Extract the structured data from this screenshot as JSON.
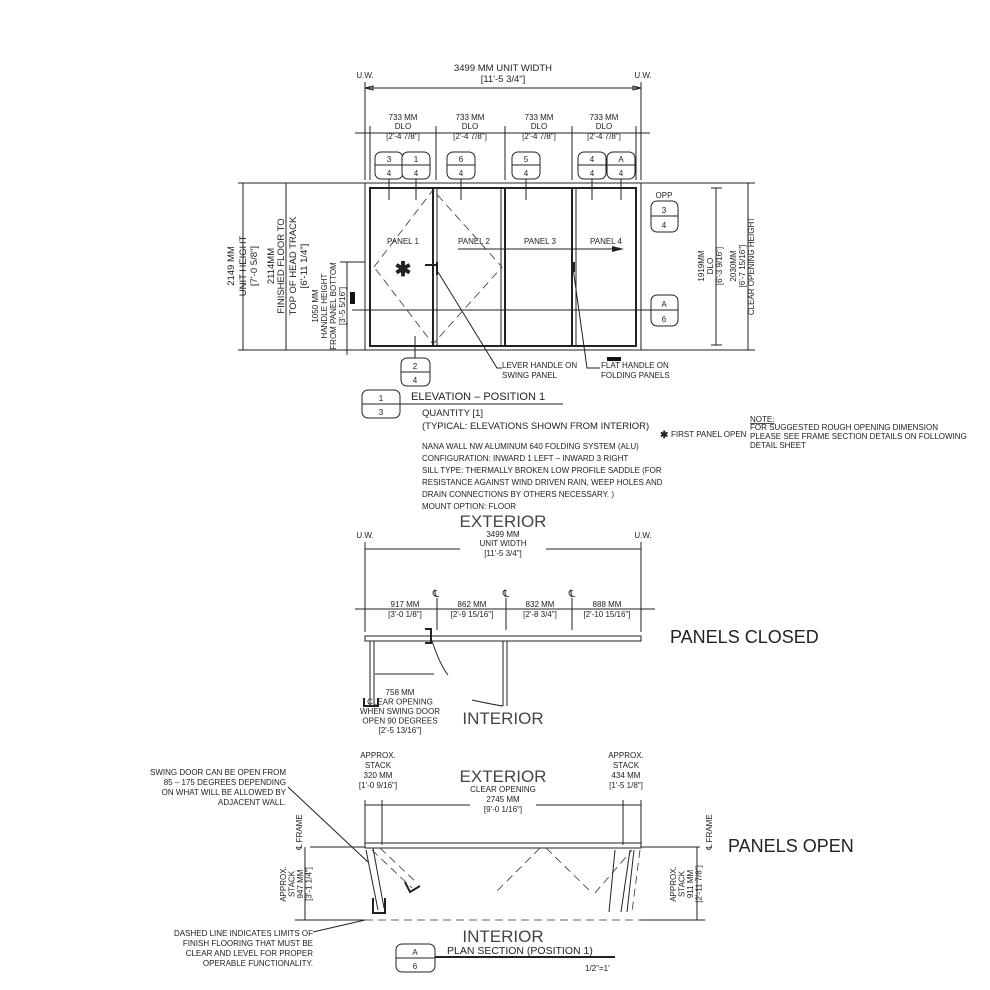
{
  "elevation": {
    "unit_width_mm": "3499 MM UNIT WIDTH",
    "unit_width_ft": "[11'-5 3/4\"]",
    "uw": "U.W.",
    "dlo": [
      {
        "mm": "733 MM",
        "lbl": "DLO",
        "ft": "[2'-4 7/8\"]"
      },
      {
        "mm": "733 MM",
        "lbl": "DLO",
        "ft": "[2'-4 7/8\"]"
      },
      {
        "mm": "733 MM",
        "lbl": "DLO",
        "ft": "[2'-4 7/8\"]"
      },
      {
        "mm": "733 MM",
        "lbl": "DLO",
        "ft": "[2'-4 7/8\"]"
      }
    ],
    "tags_top": [
      [
        "3",
        "4"
      ],
      [
        "1",
        "4"
      ],
      [
        "6",
        "4"
      ],
      [
        "5",
        "4"
      ],
      [
        "4",
        "4"
      ],
      [
        "A",
        "4"
      ]
    ],
    "tag_opp": {
      "label": "OPP",
      "top": "3",
      "bottom": "4"
    },
    "tag_right": [
      "A",
      "6"
    ],
    "tag_bottom": [
      "2",
      "4"
    ],
    "panels": [
      "PANEL 1",
      "PANEL 2",
      "PANEL 3",
      "PANEL 4"
    ],
    "unit_height": [
      "2149 MM",
      "UNIT HEIGHT",
      "[7'-0 5/8\"]"
    ],
    "floor_to_track": [
      "2114MM",
      "FINISHED FLOOR TO",
      "TOP OF HEAD TRACK",
      "[6'-11 1/4\"]"
    ],
    "handle_height": [
      "1050 MM",
      "HANDLE HEIGHT",
      "FROM PANEL BOTTOM",
      "[3'-5 5/16\"]"
    ],
    "dlo_height": [
      "1919MM",
      "DLO",
      "[6'-3 9/16\"]"
    ],
    "clear_height": [
      "2030MM",
      "[6'-7 15/16\"]",
      "CLEAR OPENING HEIGHT"
    ],
    "lever_note": [
      "LEVER HANDLE ON",
      "SWING PANEL"
    ],
    "flat_note": [
      "FLAT HANDLE ON",
      "FOLDING PANELS"
    ],
    "title_tag": [
      "1",
      "3"
    ],
    "title": "ELEVATION  –  POSITION  1",
    "quantity": "QUANTITY [1]",
    "typical": "(TYPICAL: ELEVATIONS SHOWN FROM INTERIOR)",
    "specs": [
      "NANA WALL NW ALUMINUM 640 FOLDING SYSTEM (ALU)",
      "CONFIGURATION: INWARD 1 LEFT – INWARD 3 RIGHT",
      "SILL TYPE: THERMALLY BROKEN LOW PROFILE SADDLE (FOR",
      "RESISTANCE AGAINST WIND DRIVEN RAIN, WEEP HOLES AND",
      "DRAIN CONNECTIONS BY OTHERS NECESSARY. )",
      "MOUNT OPTION: FLOOR"
    ],
    "first_panel": "FIRST PANEL OPEN",
    "note_title": "NOTE:",
    "note": [
      "FOR SUGGESTED ROUGH OPENING DIMENSION",
      "PLEASE SEE FRAME SECTION DETAILS ON FOLLOWING",
      "DETAIL SHEET"
    ]
  },
  "closed": {
    "exterior": "EXTERIOR",
    "interior": "INTERIOR",
    "uw": "U.W.",
    "width": [
      "3499 MM",
      "UNIT WIDTH",
      "[11'-5 3/4\"]"
    ],
    "segments": [
      {
        "mm": "917 MM",
        "ft": "[3'-0 1/8\"]"
      },
      {
        "mm": "862 MM",
        "ft": "[2'-9 15/16\"]"
      },
      {
        "mm": "832 MM",
        "ft": "[2'-8 3/4\"]"
      },
      {
        "mm": "888 MM",
        "ft": "[2'-10 15/16\"]"
      }
    ],
    "cl": "℄",
    "title": "PANELS  CLOSED",
    "clear": [
      "758 MM",
      "CLEAR OPENING",
      "WHEN SWING DOOR",
      "OPEN 90 DEGREES",
      "[2'-5 13/16\"]"
    ]
  },
  "open": {
    "exterior": "EXTERIOR",
    "interior": "INTERIOR",
    "stack_left": [
      "APPROX.",
      "STACK",
      "320 MM",
      "[1'-0 9/16\"]"
    ],
    "stack_right": [
      "APPROX.",
      "STACK",
      "434 MM",
      "[1'-5 1/8\"]"
    ],
    "clear": [
      "CLEAR OPENING",
      "2745 MM",
      "[9'-0 1/16\"]"
    ],
    "swing_note": [
      "SWING DOOR CAN BE OPEN FROM",
      "85 – 175 DEGREES DEPENDING",
      "ON WHAT WILL BE ALLOWED BY",
      "ADJACENT WALL."
    ],
    "cl_frame": "℄ FRAME",
    "title": "PANELS  OPEN",
    "depth_left": [
      "APPROX.",
      "STACK",
      "947 MM",
      "[3'-1 1/4\"]"
    ],
    "depth_right": [
      "APPROX.",
      "STACK",
      "911 MM",
      "[2'-11 7/8\"]"
    ],
    "dashed_note": [
      "DASHED LINE INDICATES LIMITS OF",
      "FINISH FLOORING THAT MUST BE",
      "CLEAR AND LEVEL FOR PROPER",
      "OPERABLE FUNCTIONALITY."
    ],
    "section_tag": [
      "A",
      "6"
    ],
    "section_title": "PLAN SECTION (POSITION 1)",
    "scale": "1/2\"=1'"
  }
}
